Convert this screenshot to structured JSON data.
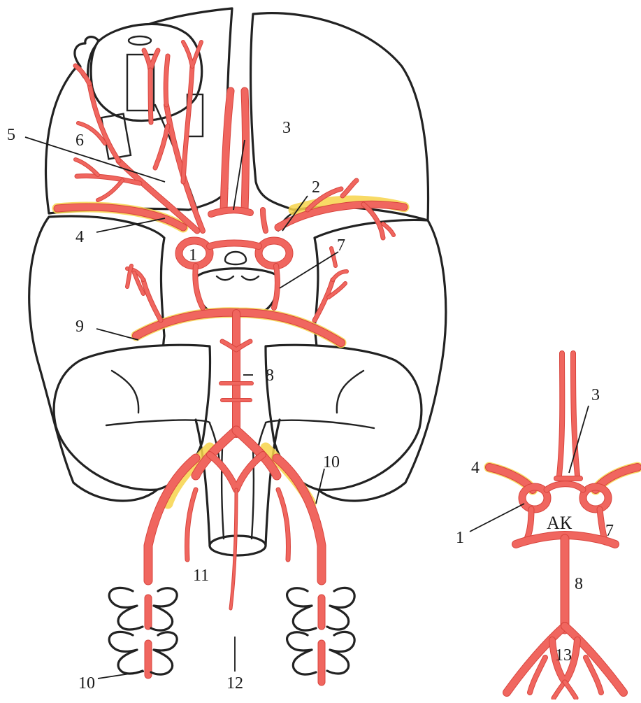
{
  "colors": {
    "vessel": "#f0665f",
    "vessel_edge": "#d8453e",
    "highlight": "#f7d34a",
    "outline": "#222222",
    "background": "#ffffff"
  },
  "labels_main": {
    "l1": "1",
    "l2": "2",
    "l3": "3",
    "l4": "4",
    "l5": "5",
    "l6": "6",
    "l7": "7",
    "l8": "8",
    "l9": "9",
    "l10_right": "10",
    "l10_bottom": "10",
    "l11": "11",
    "l12": "12"
  },
  "labels_inset": {
    "l1": "1",
    "l3": "3",
    "l4": "4",
    "l7": "7",
    "l8": "8",
    "l13": "13",
    "center": "АК"
  }
}
